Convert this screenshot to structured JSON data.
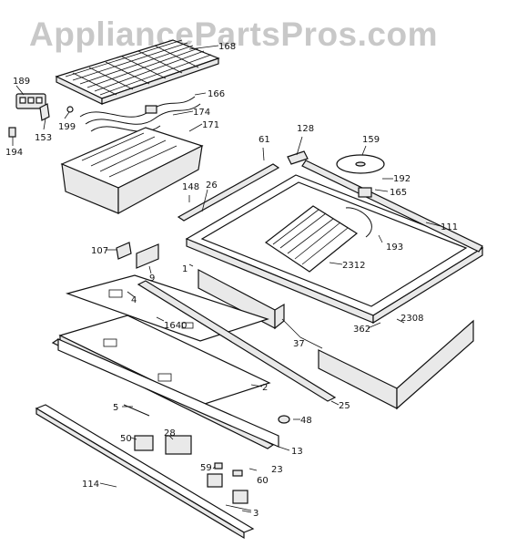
{
  "watermark": "AppliancePartsPros.com",
  "callouts": {
    "p168": "168",
    "p189": "189",
    "p166": "166",
    "p174": "174",
    "p171": "171",
    "p199": "199",
    "p153": "153",
    "p194": "194",
    "p61": "61",
    "p128": "128",
    "p159": "159",
    "p192": "192",
    "p165": "165",
    "p148": "148",
    "p26": "26",
    "p111": "111",
    "p193": "193",
    "p107": "107",
    "p9": "9",
    "p1": "1",
    "p2312": "2312",
    "p4": "4",
    "p1640": "1640",
    "p362": "362",
    "p2308": "2308",
    "p37": "37",
    "p2": "2",
    "p25": "25",
    "p5": "5",
    "p48": "48",
    "p50": "50",
    "p28": "28",
    "p13": "13",
    "p59": "59",
    "p23": "23",
    "p60": "60",
    "p114": "114",
    "p3": "3"
  },
  "colors": {
    "ink": "#111111",
    "watermark": "#c8c8c8",
    "fill": "#e9e9e9"
  }
}
